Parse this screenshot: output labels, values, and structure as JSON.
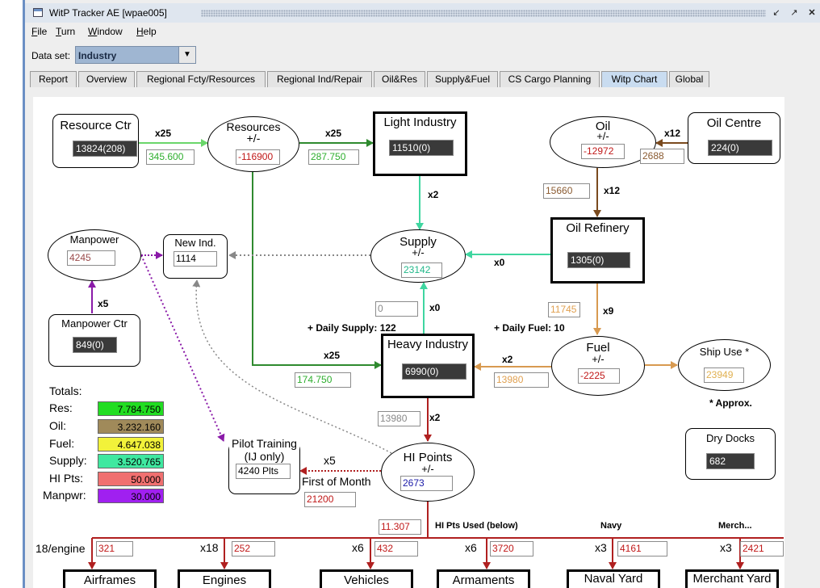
{
  "window": {
    "title": "WitP Tracker AE [wpae005]"
  },
  "menu": [
    {
      "first": "F",
      "rest": "ile"
    },
    {
      "first": "T",
      "rest": "urn"
    },
    {
      "first": "W",
      "rest": "indow"
    },
    {
      "first": "H",
      "rest": "elp"
    }
  ],
  "dataset": {
    "label": "Data set:",
    "value": "Industry"
  },
  "tabs": [
    "Report",
    "Overview",
    "Regional Fcty/Resources",
    "Regional Ind/Repair",
    "Oil&Res",
    "Supply&Fuel",
    "CS Cargo Planning",
    "Witp Chart",
    "Global"
  ],
  "active_tab": "Witp Chart",
  "colors": {
    "green": "#4fc94f",
    "dark_green": "#2f8a2f",
    "teal": "#3fd6a0",
    "brown": "#7a4a1e",
    "orange": "#e0a050",
    "red": "#b02020",
    "purple": "#8a1aa8",
    "gray": "#888888"
  },
  "nodes": {
    "resource_ctr": {
      "title": "Resource Ctr",
      "value": "13824(208)"
    },
    "resources": {
      "title": "Resources",
      "sub": "+/-",
      "value": "-116900"
    },
    "light_industry": {
      "title": "Light Industry",
      "value": "11510(0)"
    },
    "oil": {
      "title": "Oil",
      "sub": "+/-",
      "value": "-12972"
    },
    "oil_centre": {
      "title": "Oil Centre",
      "value": "224(0)"
    },
    "manpower": {
      "title": "Manpower",
      "value": "4245"
    },
    "new_ind": {
      "title": "New Ind.",
      "value": "1114"
    },
    "supply": {
      "title": "Supply",
      "sub": "+/-",
      "value": "23142"
    },
    "oil_refinery": {
      "title": "Oil Refinery",
      "value": "1305(0)"
    },
    "manpower_ctr": {
      "title": "Manpower Ctr",
      "value": "849(0)"
    },
    "heavy_industry": {
      "title": "Heavy Industry",
      "value": "6990(0)"
    },
    "fuel": {
      "title": "Fuel",
      "sub": "+/-",
      "value": "-2225"
    },
    "ship_use": {
      "title": "Ship Use *",
      "value": "23949"
    },
    "pilot_training": {
      "title1": "Pilot Training",
      "title2": "(IJ only)",
      "value": "4240 Plts"
    },
    "hi_points": {
      "title": "HI Points",
      "sub": "+/-",
      "value": "2673"
    },
    "dry_docks": {
      "title": "Dry Docks",
      "value": "682"
    }
  },
  "flows": {
    "res_ctr_x": "x25",
    "res_ctr_val": "345.600",
    "res_li_x": "x25",
    "res_li_val": "287.750",
    "oil_centre_x": "x12",
    "oil_centre_val": "2688",
    "li_supply_x": "x2",
    "oil_ref_val": "15660",
    "oil_ref_x": "x12",
    "ref_supply_x": "x0",
    "mp_x": "x5",
    "hi_supply_val": "0",
    "hi_supply_x": "x0",
    "ref_fuel_val": "11745",
    "ref_fuel_x": "x9",
    "res_hi_x": "x25",
    "res_hi_val": "174.750",
    "fuel_hi_x": "x2",
    "fuel_hi_val": "13980",
    "hi_hip_val": "13980",
    "hi_hip_x": "x2",
    "pilot_x": "x5",
    "first_of_month": "First of Month",
    "pilot_val": "21200",
    "hip_used_val": "11.307",
    "hip_used_label": "HI Pts Used (below)"
  },
  "notes": {
    "daily_supply": "+ Daily Supply: 122",
    "daily_fuel": "+ Daily Fuel: 10",
    "approx": "* Approx."
  },
  "totals": {
    "header": "Totals:",
    "rows": [
      {
        "label": "Res:",
        "value": "7.784.750",
        "color": "#22dd22"
      },
      {
        "label": "Oil:",
        "value": "3.232.160",
        "color": "#a08a5a"
      },
      {
        "label": "Fuel:",
        "value": "4.647.038",
        "color": "#f2f23a"
      },
      {
        "label": "Supply:",
        "value": "3.520.765",
        "color": "#3fe8a0"
      },
      {
        "label": "HI Pts:",
        "value": "50.000",
        "color": "#f07070"
      },
      {
        "label": "Manpwr:",
        "value": "30.000",
        "color": "#a020f0"
      }
    ]
  },
  "bottom": {
    "engine_label": "18/engine",
    "cols": [
      {
        "mult": "",
        "value": "321",
        "title": "Airframes",
        "head": ""
      },
      {
        "mult": "x18",
        "value": "252",
        "title": "Engines",
        "head": ""
      },
      {
        "mult": "x6",
        "value": "432",
        "title": "Vehicles",
        "head": ""
      },
      {
        "mult": "x6",
        "value": "3720",
        "title": "Armaments",
        "head": ""
      },
      {
        "mult": "x3",
        "value": "4161",
        "title": "Naval Yard",
        "head": "Navy"
      },
      {
        "mult": "x3",
        "value": "2421",
        "title": "Merchant Yard",
        "head": "Merch..."
      }
    ]
  }
}
